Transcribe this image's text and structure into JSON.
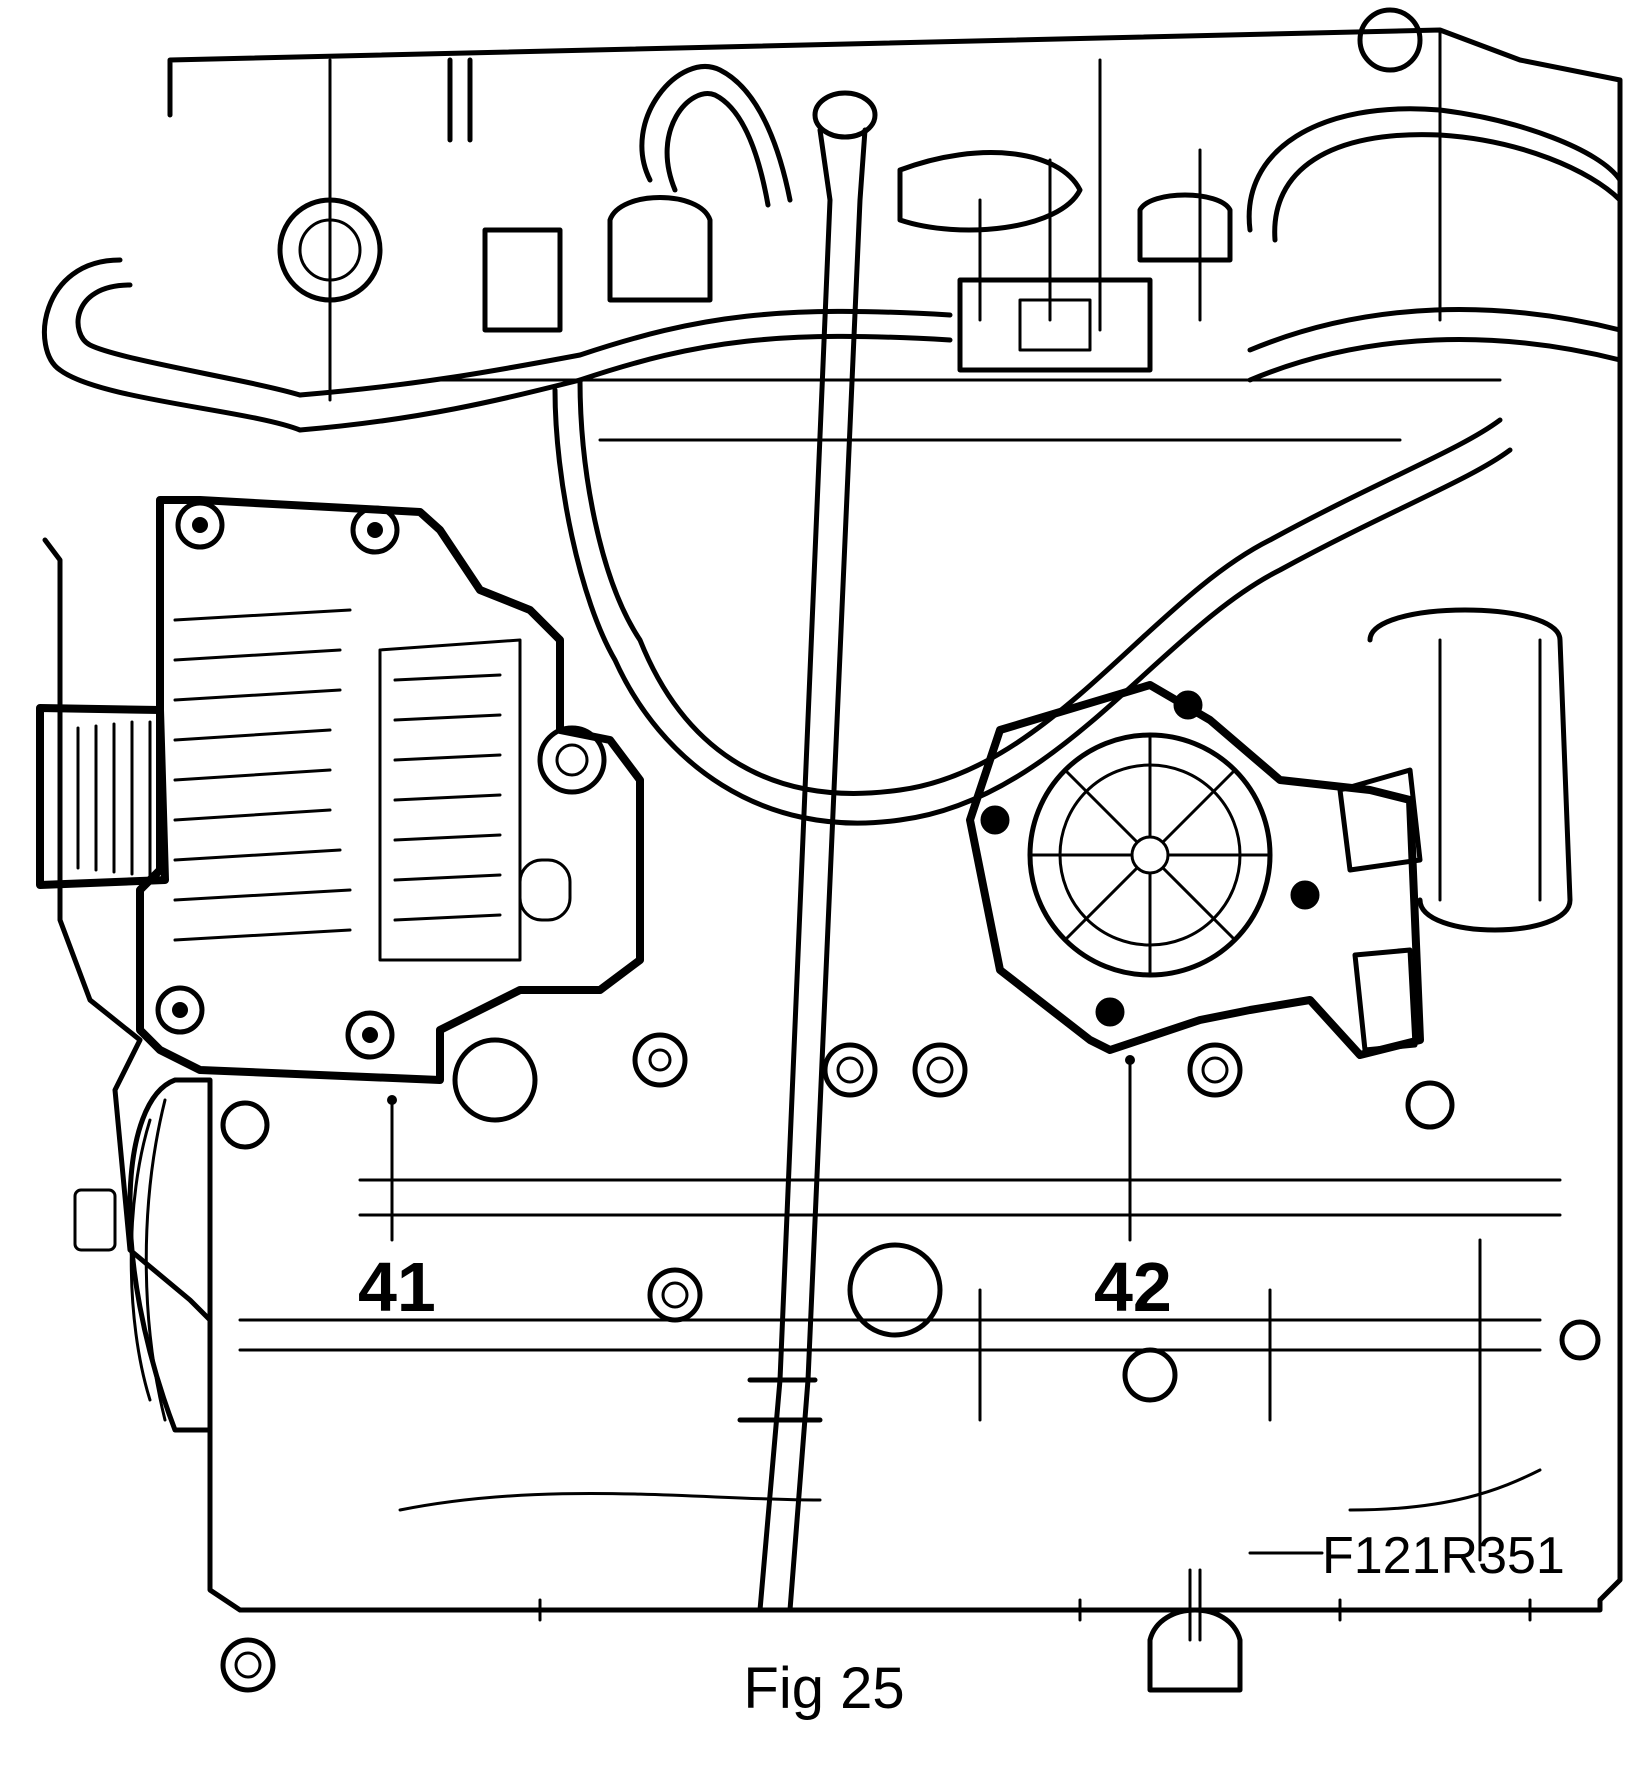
{
  "callouts": {
    "alternator": "41",
    "vacuum_pump": "42"
  },
  "figure_code": "F121R351",
  "caption": "Fig 25",
  "colors": {
    "line": "#000000",
    "background": "#ffffff"
  }
}
